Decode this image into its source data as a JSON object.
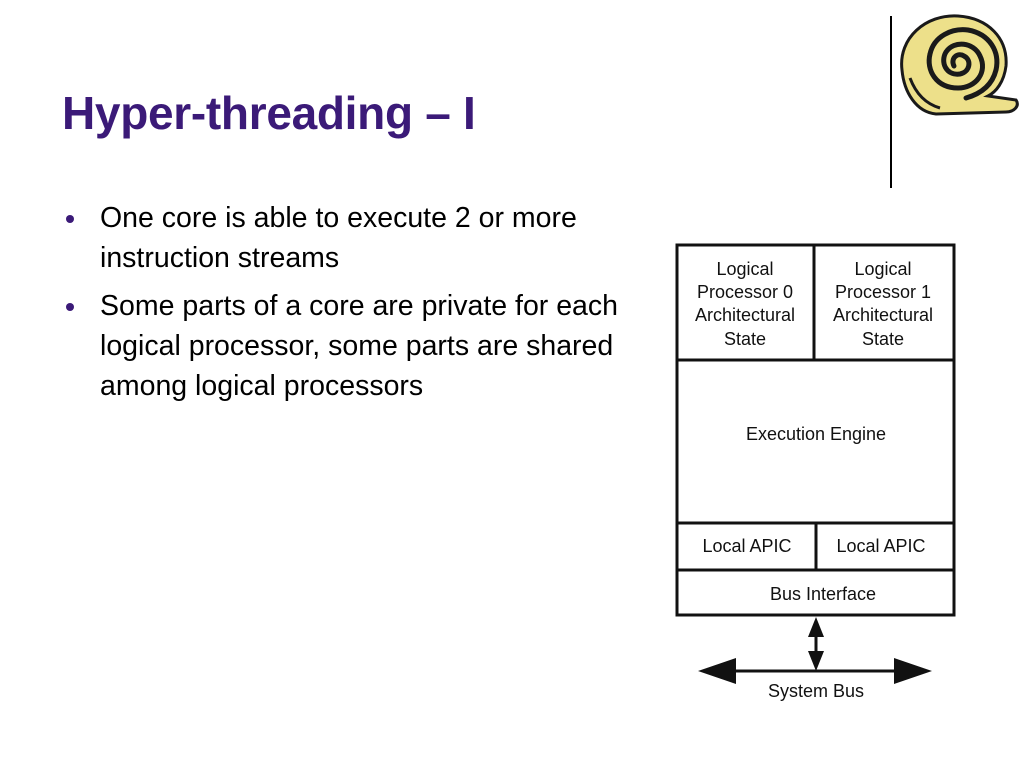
{
  "slide": {
    "title": "Hyper-threading – I",
    "bullets": [
      "One core is able to execute 2 or more instruction streams",
      "Some parts of a core are private for each logical processor, some parts are shared among logical processors"
    ]
  },
  "diagram": {
    "lp0": [
      "Logical",
      "Processor 0",
      "Architectural",
      "State"
    ],
    "lp1": [
      "Logical",
      "Processor 1",
      "Architectural",
      "State"
    ],
    "execution_engine": "Execution Engine",
    "apic_left": "Local APIC",
    "apic_right": "Local APIC",
    "bus_interface": "Bus Interface",
    "system_bus": "System Bus"
  },
  "colors": {
    "title": "#3b1a78",
    "bullet": "#3b1a78",
    "logo_fill": "#ede08a",
    "logo_stroke": "#1a1a1a"
  },
  "icons": {
    "logo": "snail-shell-spiral-icon"
  }
}
